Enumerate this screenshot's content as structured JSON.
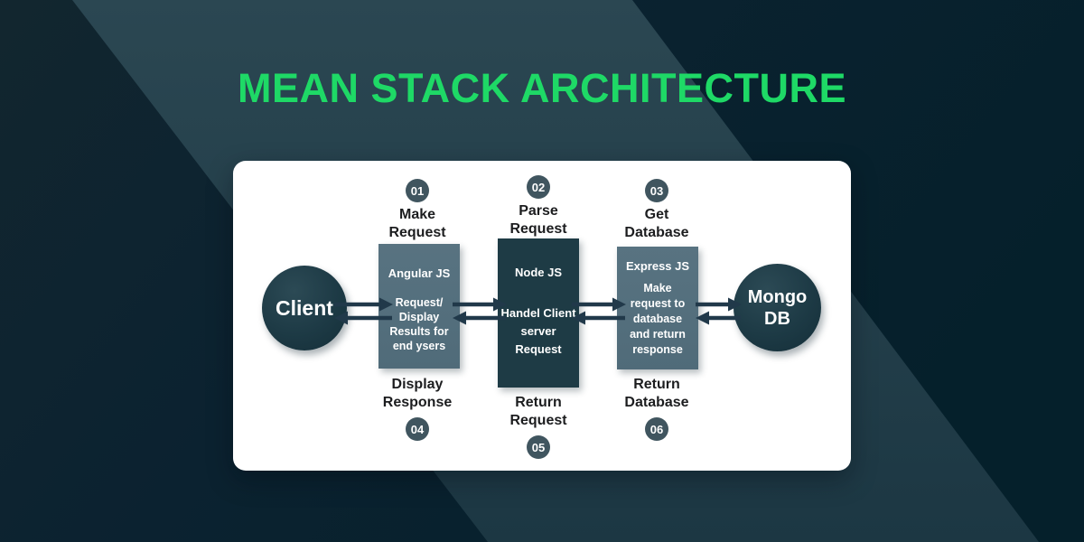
{
  "title": "MEAN STACK ARCHITECTURE",
  "colors": {
    "title_green": "#1ed966",
    "background_dark": "#0a2230",
    "background_band": "#24424d",
    "card_white": "#ffffff",
    "box_slate": "#54707e",
    "box_dark_teal": "#1e3b45",
    "circle_dark": "#1d3a45",
    "arrow_dark": "#21394a",
    "badge_slate": "#40555f"
  },
  "diagram": {
    "client_label": "Client",
    "mongo_label": "Mongo DB",
    "steps_top": [
      {
        "num": "01",
        "label": "Make Request"
      },
      {
        "num": "02",
        "label": "Parse Request"
      },
      {
        "num": "03",
        "label": "Get Database"
      }
    ],
    "steps_bottom": [
      {
        "num": "04",
        "label": "Display Response"
      },
      {
        "num": "05",
        "label": "Return Request"
      },
      {
        "num": "06",
        "label": "Return Database"
      }
    ],
    "boxes": [
      {
        "title": "Angular JS",
        "body": "Request/\nDisplay\nResults for\nend ysers"
      },
      {
        "title": "Node JS",
        "body": "Handel Client\nserver\nRequest"
      },
      {
        "title": "Express JS",
        "body": "Make\nrequest to\ndatabase\nand return\nresponse"
      }
    ]
  }
}
